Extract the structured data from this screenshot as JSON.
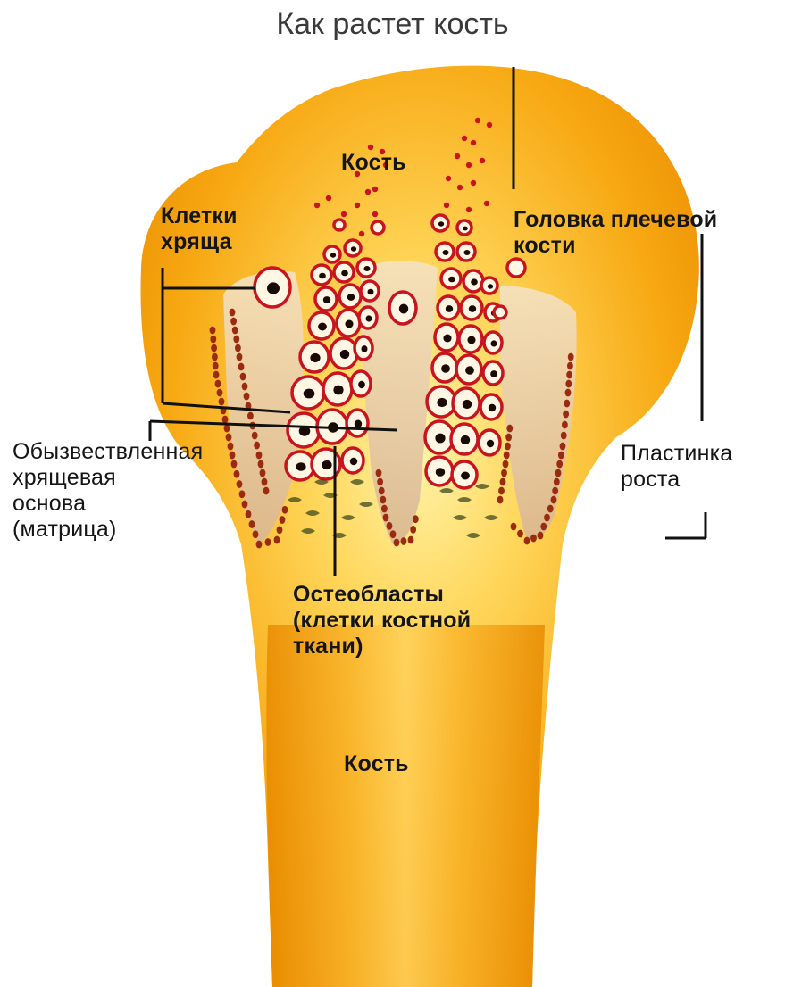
{
  "title": "Как растет кость",
  "labels": {
    "bone_top": "Кость",
    "cartilage_cells": "Клетки\nхряща",
    "humerus_head": "Головка плечевой\nкости",
    "growth_plate": "Пластинка\nроста",
    "calcified_matrix": "Обызвествленная\nхрящевая\nоснова\n(матрица)",
    "osteoblasts": "Остеобласты\n(клетки костной\nткани)",
    "bone_shaft": "Кость"
  },
  "colors": {
    "bone_edge": "#e98a00",
    "bone_mid": "#f7a812",
    "bone_center": "#ffe98a",
    "cartilage": "#ead2b2",
    "cell_outline": "#c8141e",
    "cell_fill": "#fff6e4",
    "nucleus": "#1a0a05",
    "osteoblast_dot": "#9a2a10",
    "trabecula": "#3d4a1e",
    "leader": "#111111"
  }
}
